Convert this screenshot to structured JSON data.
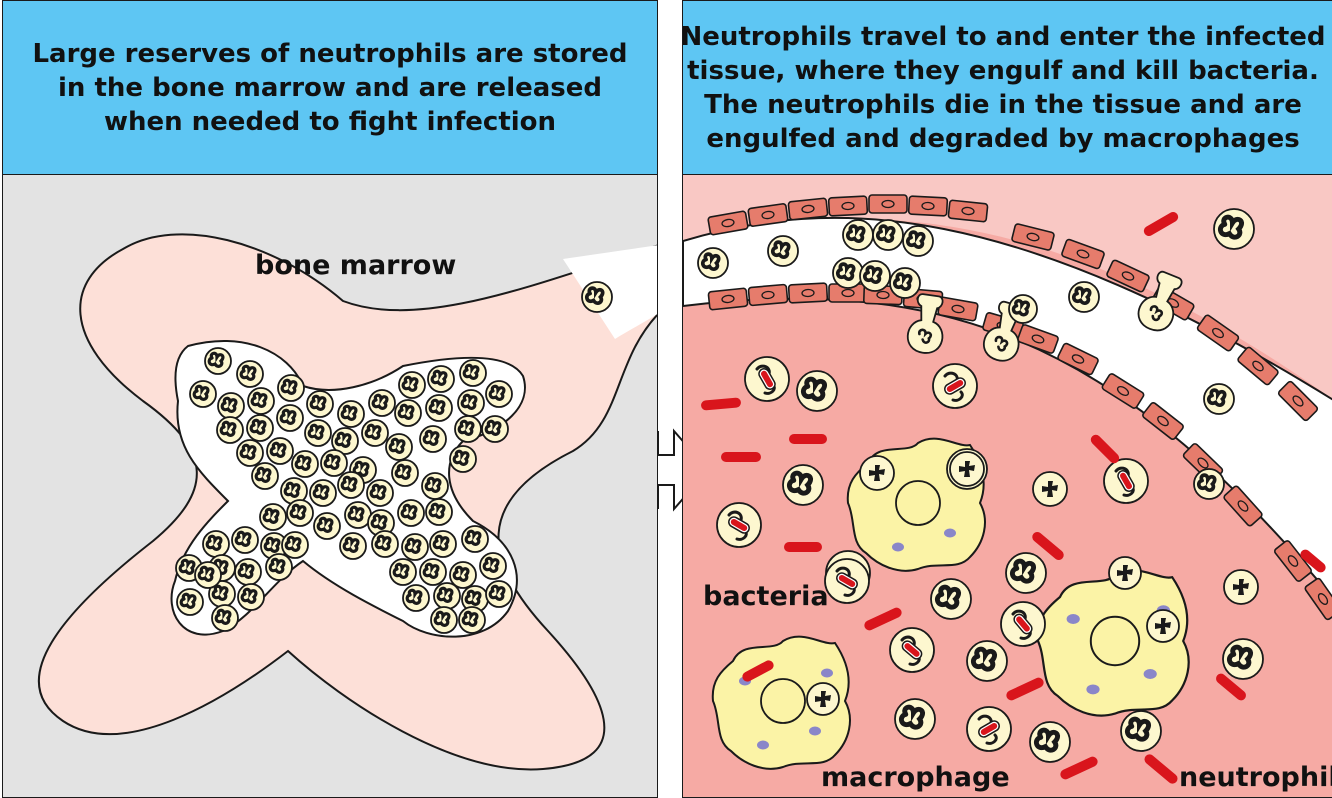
{
  "left_panel": {
    "header": "Large reserves of neutrophils are stored in the bone marrow and are released when needed to fight infection",
    "label_bone_marrow": "bone marrow"
  },
  "right_panel": {
    "header": "Neutrophils travel to and enter the infected tissue, where they engulf and kill bacteria. The neutrophils die in the tissue and are engulfed and degraded by macrophages",
    "label_bacteria": "bacteria",
    "label_macrophage": "macrophage",
    "label_neutrophil": "neutrophil"
  },
  "colors": {
    "header_blue": "#5ec6f3",
    "bone_marrow_pink": "#fde0d8",
    "tissue_pink": "#f6aaa4",
    "neutrophil_cream": "#fdf7cf",
    "macrophage_yellow": "#fbf3a6",
    "bacteria_red": "#d9151c",
    "endothelium_salmon": "#e67c6c",
    "granule_purple": "#8a86c9",
    "background_gray": "#e3e3e3"
  }
}
